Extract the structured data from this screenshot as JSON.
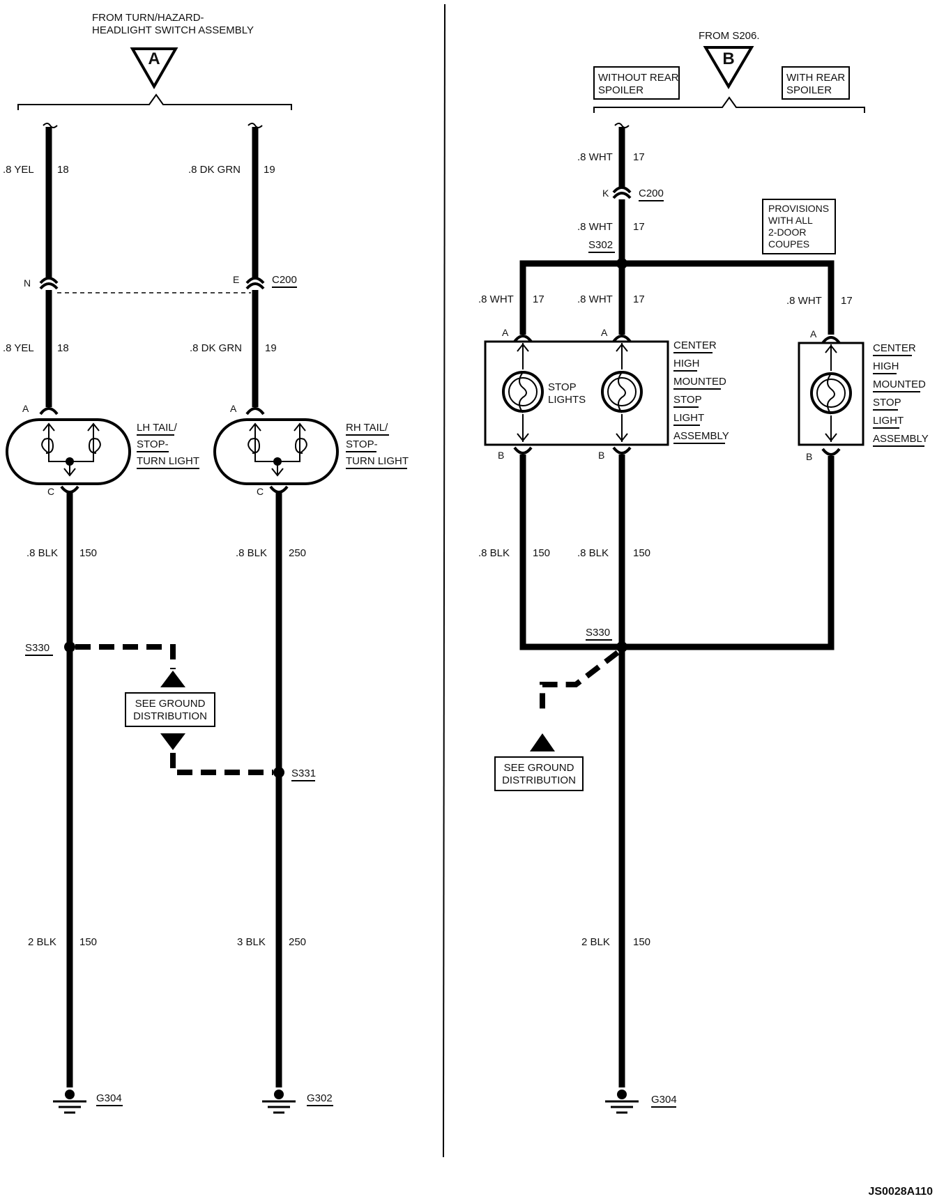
{
  "header_a": {
    "from_line1": "FROM TURN/HAZARD-",
    "from_line2": "HEADLIGHT SWITCH ASSEMBLY",
    "symbol": "A"
  },
  "header_b": {
    "from": "FROM S206.",
    "symbol": "B",
    "without_line1": "WITHOUT REAR",
    "without_line2": "SPOILER",
    "with_line1": "WITH REAR",
    "with_line2": "SPOILER"
  },
  "lh": {
    "wire_top_size": ".8 YEL",
    "wire_top_circuit": "18",
    "pin_n": "N",
    "wire_mid_size": ".8 YEL",
    "wire_mid_circuit": "18",
    "pin_a": "A",
    "pin_c": "C",
    "lamp_line1": "LH TAIL/",
    "lamp_line2": "STOP-",
    "lamp_line3": "TURN LIGHT",
    "wire_low_size": ".8 BLK",
    "wire_low_circuit": "150",
    "splice": "S330",
    "wire_bot_size": "2 BLK",
    "wire_bot_circuit": "150",
    "ground": "G304"
  },
  "rh": {
    "wire_top_size": ".8 DK GRN",
    "wire_top_circuit": "19",
    "pin_e": "E",
    "connector": "C200",
    "wire_mid_size": ".8 DK GRN",
    "wire_mid_circuit": "19",
    "pin_a": "A",
    "pin_c": "C",
    "lamp_line1": "RH TAIL/",
    "lamp_line2": "STOP-",
    "lamp_line3": "TURN LIGHT",
    "wire_low_size": ".8 BLK",
    "wire_low_circuit": "250",
    "splice": "S331",
    "wire_bot_size": "3 BLK",
    "wire_bot_circuit": "250",
    "ground": "G302"
  },
  "ground_dist_left": {
    "line1": "SEE GROUND",
    "line2": "DISTRIBUTION"
  },
  "chmsl": {
    "wire_top_size": ".8 WHT",
    "wire_top_circuit": "17",
    "pin_k": "K",
    "connector": "C200",
    "wire_2_size": ".8 WHT",
    "wire_2_circuit": "17",
    "splice_top": "S302",
    "provisions_line1": "PROVISIONS",
    "provisions_line2": "WITH ALL",
    "provisions_line3": "2-DOOR",
    "provisions_line4": "COUPES",
    "branch1_size": ".8 WHT",
    "branch1_circuit": "17",
    "branch2_size": ".8 WHT",
    "branch2_circuit": "17",
    "branch3_size": ".8 WHT",
    "branch3_circuit": "17",
    "pin_a": "A",
    "pin_b": "B",
    "stop_lights_line1": "STOP",
    "stop_lights_line2": "LIGHTS",
    "asm_line1": "CENTER",
    "asm_line2": "HIGH",
    "asm_line3": "MOUNTED",
    "asm_line4": "STOP",
    "asm_line5": "LIGHT",
    "asm_line6": "ASSEMBLY",
    "low1_size": ".8 BLK",
    "low1_circuit": "150",
    "low2_size": ".8 BLK",
    "low2_circuit": "150",
    "splice_bot": "S330",
    "wire_bot_size": "2 BLK",
    "wire_bot_circuit": "150",
    "ground": "G304"
  },
  "ground_dist_right": {
    "line1": "SEE GROUND",
    "line2": "DISTRIBUTION"
  },
  "figure_id": "JS0028A110"
}
